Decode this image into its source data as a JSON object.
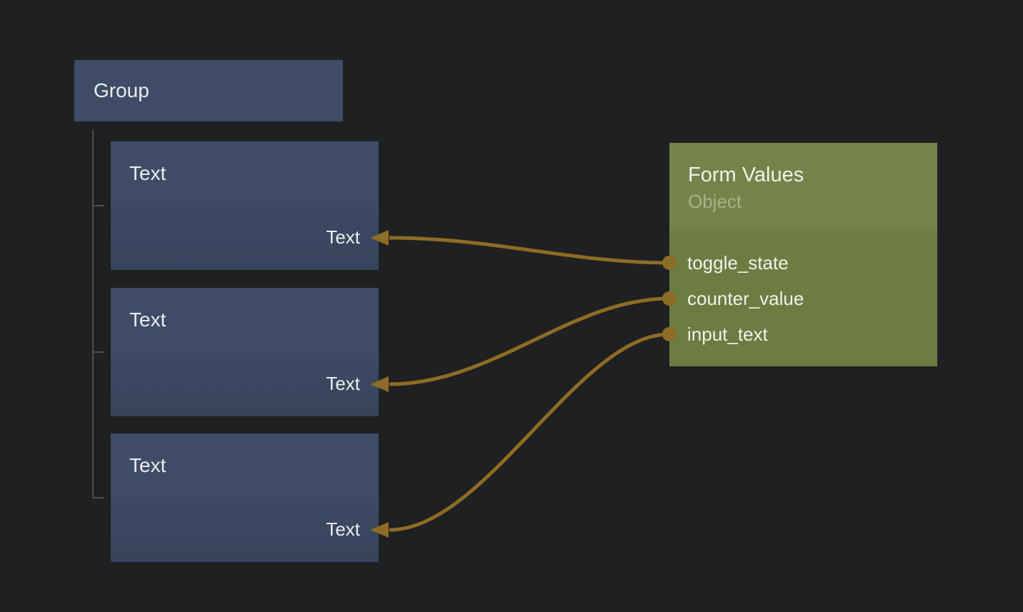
{
  "colors": {
    "background": "#1f2021",
    "node_blue_header": "#3e4c67",
    "node_blue_body_top": "#3c4a64",
    "node_blue_body_bottom": "#36445c",
    "node_green_header": "#73834a",
    "node_green_body": "#6c7c43",
    "wire": "#8d6c25",
    "tree_line": "#4e4e4e",
    "text_primary": "#ececec",
    "text_muted": "#a8b28a"
  },
  "group_node": {
    "title": "Group"
  },
  "text_nodes": [
    {
      "title": "Text",
      "input_label": "Text"
    },
    {
      "title": "Text",
      "input_label": "Text"
    },
    {
      "title": "Text",
      "input_label": "Text"
    }
  ],
  "form_values_node": {
    "title": "Form Values",
    "subtitle": "Object",
    "outputs": [
      "toggle_state",
      "counter_value",
      "input_text"
    ]
  },
  "connections": [
    {
      "from": "toggle_state",
      "to_node": "text-node-1",
      "to_port": "Text"
    },
    {
      "from": "counter_value",
      "to_node": "text-node-2",
      "to_port": "Text"
    },
    {
      "from": "input_text",
      "to_node": "text-node-3",
      "to_port": "Text"
    }
  ]
}
